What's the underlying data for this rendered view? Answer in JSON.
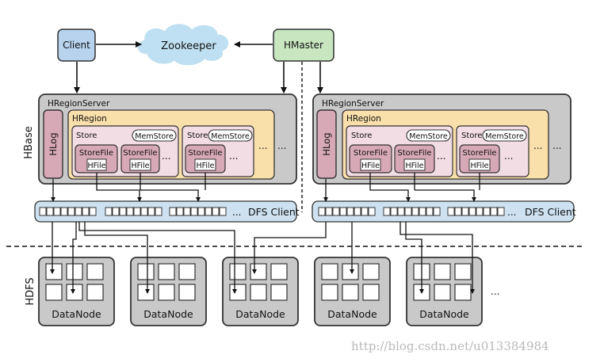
{
  "top": {
    "client": "Client",
    "zookeeper": "Zookeeper",
    "hmaster": "HMaster"
  },
  "layers": {
    "hbase": "HBase",
    "hdfs": "HDFS"
  },
  "region_servers": [
    {
      "title": "HRegionServer",
      "hlog": "HLog",
      "hregion": "HRegion",
      "stores": [
        {
          "store": "Store",
          "memstore": "MemStore",
          "storefiles": [
            {
              "name": "StoreFile",
              "hfile": "HFile"
            },
            {
              "name": "StoreFile",
              "hfile": "HFile"
            }
          ],
          "more": "..."
        },
        {
          "store": "Store",
          "memstore": "MemStore",
          "storefiles": [
            {
              "name": "StoreFile",
              "hfile": "HFile"
            }
          ],
          "more": "..."
        }
      ],
      "more": "...",
      "dfs_client": "DFS Client",
      "dfs_more": "..."
    },
    {
      "title": "HRegionServer",
      "hlog": "HLog",
      "hregion": "HRegion",
      "stores": [
        {
          "store": "Store",
          "memstore": "MemStore",
          "storefiles": [
            {
              "name": "StoreFile",
              "hfile": "HFile"
            },
            {
              "name": "StoreFile",
              "hfile": "HFile"
            }
          ],
          "more": "..."
        },
        {
          "store": "Store",
          "memstore": "MemStore",
          "storefiles": [
            {
              "name": "StoreFile",
              "hfile": "HFile"
            }
          ],
          "more": "..."
        }
      ],
      "more": "...",
      "dfs_client": "DFS Client",
      "dfs_more": "..."
    }
  ],
  "datanodes": [
    "DataNode",
    "DataNode",
    "DataNode",
    "DataNode",
    "DataNode"
  ],
  "datanode_more": "...",
  "watermark": "http://blog.csdn.net/u013384984",
  "colors": {
    "client_fill": "#b7d3ee",
    "zookeeper_fill": "#bfe0f2",
    "hmaster_fill": "#c8e6c0",
    "server_fill": "#c9c9c9",
    "hregion_fill": "#f9dfaa",
    "store_fill": "#f2dde4",
    "storefile_fill": "#d7a9b7",
    "hlog_fill": "#d7a9b7",
    "dfs_fill": "#cde1f0",
    "datanode_fill": "#c9c9c9"
  }
}
